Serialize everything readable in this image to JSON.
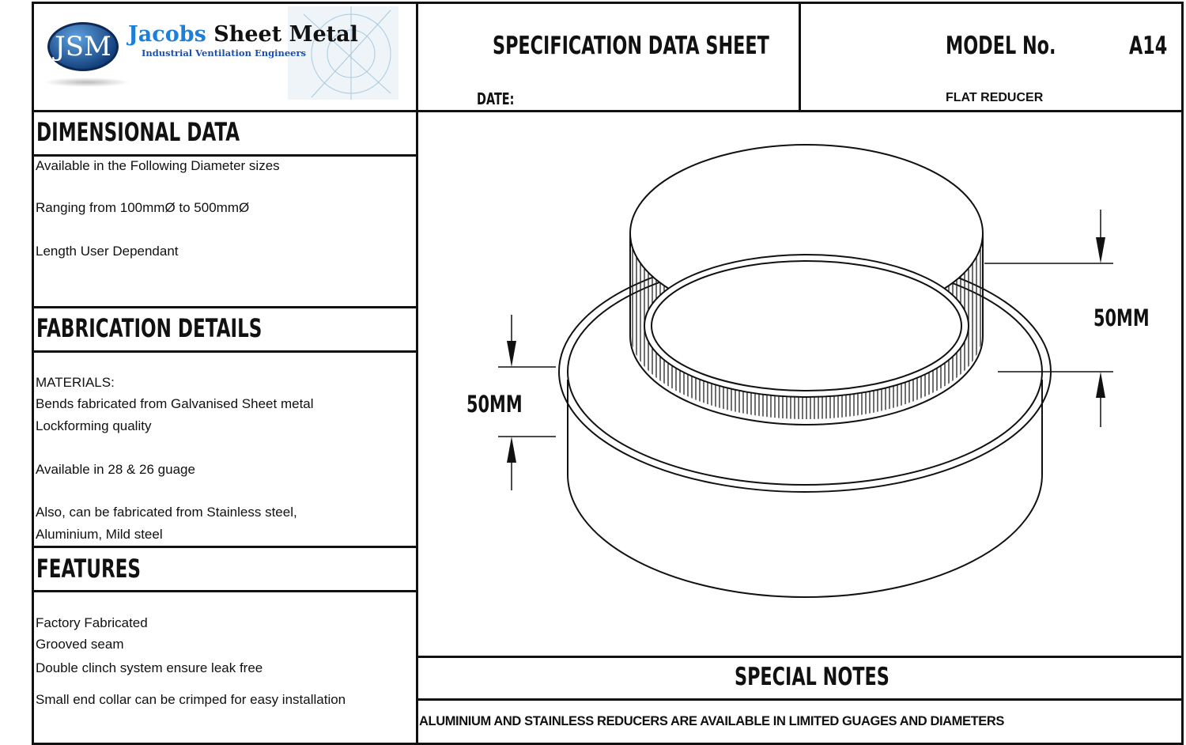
{
  "logo": {
    "monogram": "JSM",
    "name_part1": "Jacobs",
    "name_part2": "Sheet Metal",
    "tagline": "Industrial Ventilation Engineers"
  },
  "header": {
    "title": "SPECIFICATION DATA SHEET",
    "date_label": "DATE:",
    "model_label": "MODEL No.",
    "model_value": "A14",
    "product_name": "FLAT REDUCER"
  },
  "dimensional": {
    "heading": "DIMENSIONAL DATA",
    "lines": [
      "Available in the Following Diameter sizes",
      "Ranging from 100mmØ to 500mmØ",
      "Length User Dependant"
    ]
  },
  "fabrication": {
    "heading": "FABRICATION DETAILS",
    "lines": [
      "MATERIALS:",
      "Bends fabricated from Galvanised Sheet metal",
      "Lockforming quality",
      "Available in 28 & 26 guage",
      "Also, can be fabricated from Stainless steel,",
      "Aluminium, Mild steel"
    ]
  },
  "features": {
    "heading": "FEATURES",
    "lines": [
      "Factory Fabricated",
      "Grooved seam",
      "Double clinch system ensure leak free",
      "Small end collar can be crimped for easy installation"
    ]
  },
  "drawing": {
    "dim_right": "50MM",
    "dim_left": "50MM"
  },
  "notes": {
    "heading": "SPECIAL NOTES",
    "text": "ALUMINIUM AND STAINLESS REDUCERS ARE AVAILABLE IN LIMITED GUAGES AND DIAMETERS"
  },
  "colors": {
    "brand_blue": "#1e7fd8",
    "logo_dark": "#123e7a"
  }
}
